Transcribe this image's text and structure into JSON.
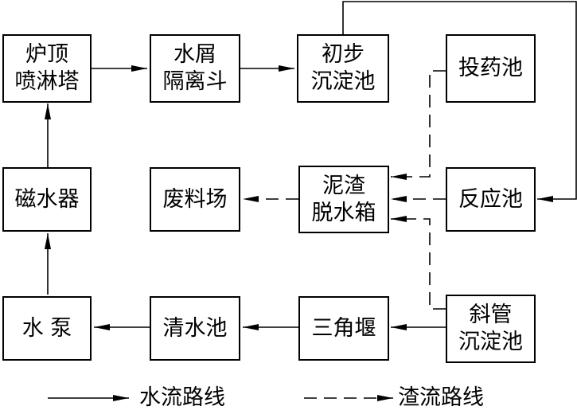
{
  "nodes": {
    "spray_tower": {
      "lines": [
        "炉顶",
        "喷淋塔"
      ]
    },
    "scale_separator": {
      "lines": [
        "水屑",
        "隔离斗"
      ]
    },
    "primary_settling": {
      "lines": [
        "初步",
        "沉淀池"
      ]
    },
    "dosing_tank": {
      "lines": [
        "投药池"
      ]
    },
    "magnetizer": {
      "lines": [
        "磁水器"
      ]
    },
    "waste_yard": {
      "lines": [
        "废料场"
      ]
    },
    "sludge_box": {
      "lines": [
        "泥渣",
        "脱水箱"
      ]
    },
    "reaction_tank": {
      "lines": [
        "反应池"
      ]
    },
    "pump": {
      "lines": [
        "水 泵"
      ]
    },
    "clear_water_tank": {
      "lines": [
        "清水池"
      ]
    },
    "triangular_weir": {
      "lines": [
        "三角堰"
      ]
    },
    "inclined_tube_settling": {
      "lines": [
        "斜管",
        "沉淀池"
      ]
    }
  },
  "legend": {
    "water_flow": "水流路线",
    "sludge_flow": "渣流路线"
  }
}
